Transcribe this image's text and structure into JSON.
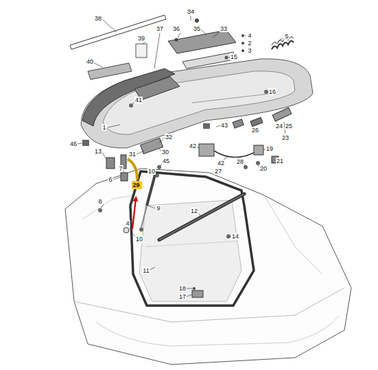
{
  "diagram": {
    "nodes": [
      {
        "text": [
          "29"
        ]
      }
    ],
    "edges": [],
    "labels": [
      "38",
      "34",
      "37",
      "36",
      "35",
      "33",
      "4",
      "2",
      "3",
      "5",
      "39",
      "15",
      "40",
      "41",
      "16",
      "1",
      "43",
      "24",
      "25",
      "26",
      "23",
      "32",
      "46",
      "13",
      "31",
      "30",
      "42",
      "19",
      "7",
      "45",
      "21",
      "42",
      "20",
      "28",
      "6",
      "10",
      "27",
      "8",
      "9",
      "4",
      "10",
      "12",
      "14",
      "11",
      "18",
      "17"
    ]
  }
}
